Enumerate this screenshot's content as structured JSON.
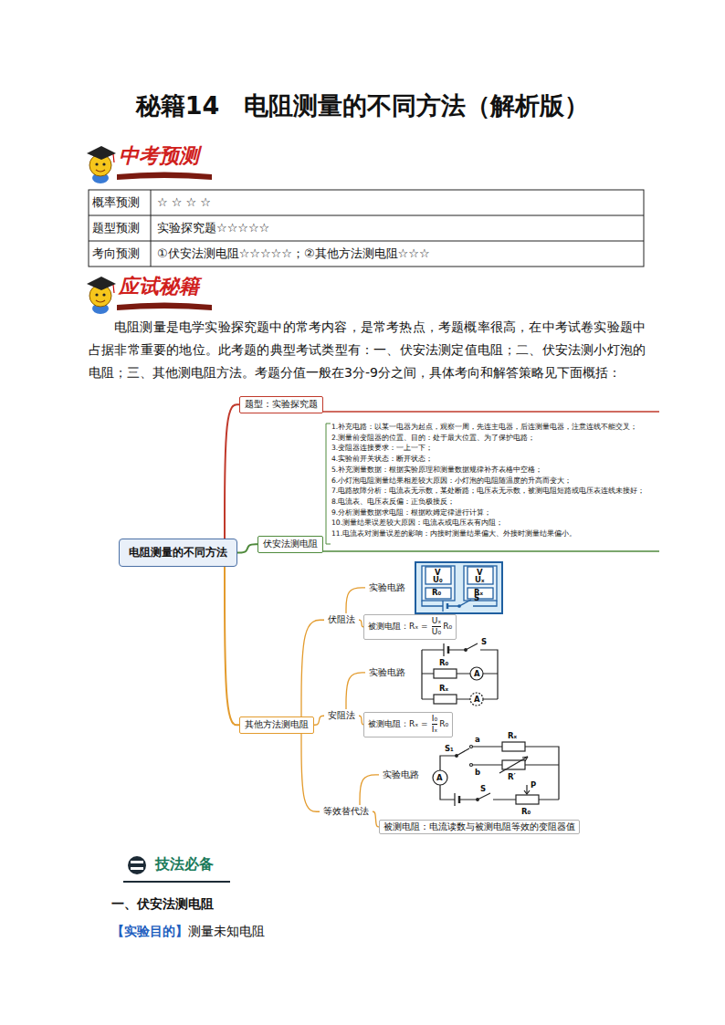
{
  "diagram": {
    "title": "秘籍14　电阻测量的不同方法（解析版）",
    "nodes": [
      {
        "text": [
          "电阻测量的不同方法"
        ]
      },
      {
        "text": [
          "题型：实验探究题"
        ]
      },
      {
        "text": [
          "伏安法测电阻"
        ]
      },
      {
        "text": [
          "其他方法测电阻"
        ]
      },
      {
        "text": [
          "伏阻法"
        ]
      },
      {
        "text": [
          "实验电路"
        ]
      },
      {
        "text": [
          "被测电阻：",
          "Rₓ =",
          "Uₓ",
          "U₀",
          "R₀"
        ]
      },
      {
        "text": [
          "安阻法"
        ]
      },
      {
        "text": [
          "实验电路"
        ]
      },
      {
        "text": [
          "被测电阻：",
          "Rₓ =",
          "I₀",
          "Iₓ",
          "R₀"
        ]
      },
      {
        "text": [
          "等效替代法"
        ]
      },
      {
        "text": [
          "实验电路"
        ]
      },
      {
        "text": [
          "被测电阻：电流读数与被测电阻等效的变阻器值"
        ]
      }
    ],
    "edges": [
      {
        "from": 0,
        "to": 1,
        "arrow": "none"
      },
      {
        "from": 0,
        "to": 2,
        "arrow": "none"
      },
      {
        "from": 0,
        "to": 3,
        "arrow": "none"
      },
      {
        "from": 3,
        "to": 4,
        "arrow": "none"
      },
      {
        "from": 3,
        "to": 7,
        "arrow": "none"
      },
      {
        "from": 3,
        "to": 10,
        "arrow": "none"
      },
      {
        "from": 4,
        "to": 5,
        "arrow": "none"
      },
      {
        "from": 4,
        "to": 6,
        "arrow": "none"
      },
      {
        "from": 7,
        "to": 8,
        "arrow": "none"
      },
      {
        "from": 7,
        "to": 9,
        "arrow": "none"
      },
      {
        "from": 10,
        "to": 11,
        "arrow": "none"
      },
      {
        "from": 10,
        "to": 12,
        "arrow": "none"
      }
    ],
    "labels": [
      "中考预测",
      "概率预测",
      "☆ ☆ ☆ ☆",
      "题型预测",
      "实验探究题☆☆☆☆☆",
      "考向预测",
      "①伏安法测电阻☆☆☆☆☆；②其他方法测电阻☆☆☆",
      "应试秘籍",
      "电阻测量是电学实验探究题中的常考内容，是常考热点，考题概率很高，在中考试卷实验题中占据非常重要的地位。此考题的典型考试类型有：一、伏安法测定值电阻；二、伏安法测小灯泡的电阻；三、其他测电阻方法。考题分值一般在3分-9分之间，具体考向和解答策略见下面概括：",
      "1.补充电路：以某一电器为起点，观察一周，先连主电器，后连测量电器，注意连线不能交叉；",
      "2.测量前变阻器的位置、目的：处于最大位置、为了保护电路；",
      "3.变阻器连接要求：一上一下；",
      "4.实验前开关状态：断开状态；",
      "5.补充测量数据：根据实验原理和测量数据规律补齐表格中空格；",
      "6.小灯泡电阻测量结果相差较大原因：小灯泡的电阻随温度的升高而变大；",
      "7.电路故障分析：电流表无示数，某处断路；电压表无示数，被测电阻短路或电压表连线未接好；",
      "8.电流表、电压表反偏：正负极接反；",
      "9.分析测量数据求电阻：根据欧姆定律进行计算；",
      "10.测量结果误差较大原因：电流表或电压表有内阻；",
      "11.电流表对测量误差的影响：内接时测量结果偏大、外接时测量结果偏小。",
      "V",
      "U₀",
      "V",
      "Uₓ",
      "R₀",
      "Rₓ",
      "S",
      "S",
      "R₀",
      "A",
      "Rₓ",
      "A",
      "a",
      "S₁",
      "Rₓ",
      "b",
      "R′",
      "A",
      "S",
      "P",
      "R₀",
      "技法必备",
      "一、伏安法测电阻",
      "【实验目的】",
      "测量未知电阻"
    ]
  }
}
